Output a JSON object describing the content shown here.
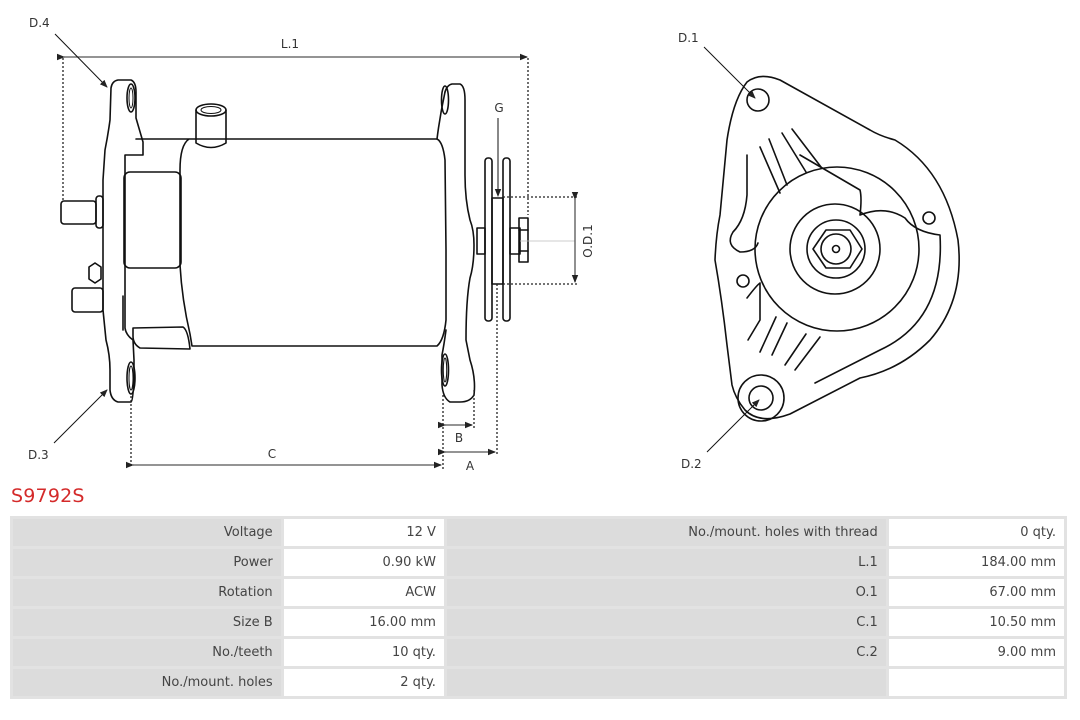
{
  "part": {
    "number": "S9792S",
    "title_color": "#d42a2a"
  },
  "diagram": {
    "side_view_labels": {
      "d4": "D.4",
      "d3": "D.3",
      "l1": "L.1",
      "g": "G",
      "od1": "O.D.1",
      "c": "C",
      "b": "B",
      "a": "A"
    },
    "front_view_labels": {
      "d1": "D.1",
      "d2": "D.2"
    }
  },
  "specs": {
    "left": [
      {
        "label": "Voltage",
        "value": "12 V"
      },
      {
        "label": "Power",
        "value": "0.90 kW"
      },
      {
        "label": "Rotation",
        "value": "ACW"
      },
      {
        "label": "Size B",
        "value": "16.00 mm"
      },
      {
        "label": "No./teeth",
        "value": "10 qty."
      },
      {
        "label": "No./mount. holes",
        "value": "2 qty."
      }
    ],
    "right": [
      {
        "label": "No./mount. holes with thread",
        "value": "0 qty."
      },
      {
        "label": "L.1",
        "value": "184.00 mm"
      },
      {
        "label": "O.1",
        "value": "67.00 mm"
      },
      {
        "label": "C.1",
        "value": "10.50 mm"
      },
      {
        "label": "C.2",
        "value": "9.00 mm"
      },
      {
        "label": "",
        "value": ""
      }
    ]
  }
}
